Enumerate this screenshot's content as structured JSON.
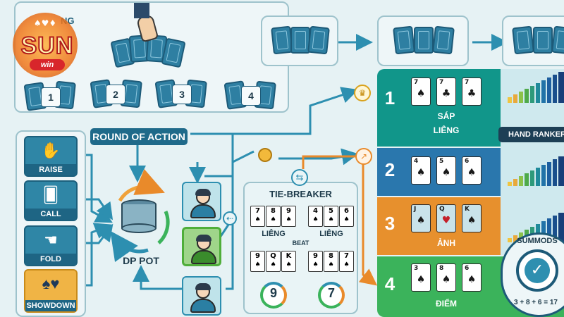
{
  "logo": {
    "text": "SUN",
    "sub": "win",
    "fragment": "NG"
  },
  "deal": {
    "player_numbers": [
      "1",
      "2",
      "3",
      "4"
    ]
  },
  "round_of_action": {
    "label": "ROUND OF ACTION"
  },
  "actions": [
    {
      "label": "RAISE",
      "icon": "raise-icon"
    },
    {
      "label": "CALL",
      "icon": "call-icon"
    },
    {
      "label": "FOLD",
      "icon": "fold-icon"
    },
    {
      "label": "SHOWDOWN",
      "icon": "showdown-icon"
    }
  ],
  "pot": {
    "label": "DP POT"
  },
  "tiebreaker": {
    "title": "TIE-BREAKER",
    "left_hand": {
      "cards": [
        [
          "7",
          "♠"
        ],
        [
          "8",
          "♠"
        ],
        [
          "9",
          "♠"
        ]
      ],
      "label": "LIÊNG"
    },
    "right_hand": {
      "cards": [
        [
          "4",
          "♠"
        ],
        [
          "5",
          "♠"
        ],
        [
          "6",
          "♠"
        ]
      ],
      "label": "LIÊNG"
    },
    "beat": "BEAT",
    "bottom_left": {
      "cards": [
        [
          "9",
          "♠"
        ],
        [
          "Q",
          "♠"
        ],
        [
          "K",
          "♠"
        ]
      ],
      "score": "9"
    },
    "bottom_right": {
      "cards": [
        [
          "9",
          "♠"
        ],
        [
          "8",
          "♠"
        ],
        [
          "7",
          "♠"
        ]
      ],
      "score": "7"
    }
  },
  "ranks": [
    {
      "n": "1",
      "label": "SÁP",
      "label2": "LIÊNG",
      "cards": [
        [
          "7",
          "♠"
        ],
        [
          "7",
          "♣"
        ],
        [
          "7",
          "♣"
        ]
      ],
      "color": "#11968a"
    },
    {
      "n": "2",
      "label": "",
      "cards": [
        [
          "4",
          "♠"
        ],
        [
          "5",
          "♠"
        ],
        [
          "6",
          "♠"
        ]
      ],
      "color": "#2a77ad"
    },
    {
      "n": "3",
      "label": "ẢNH",
      "cards": [
        [
          "J",
          "♠"
        ],
        [
          "Q",
          "♥"
        ],
        [
          "K",
          "♠"
        ]
      ],
      "color": "#e7902d"
    },
    {
      "n": "4",
      "label": "ĐIỂM",
      "cards": [
        [
          "3",
          "♠"
        ],
        [
          "8",
          "♠"
        ],
        [
          "6",
          "♠"
        ]
      ],
      "color": "#3bb35b"
    }
  ],
  "hand_ranker": {
    "label": "HAND RANKER"
  },
  "summods": {
    "title": "SUMMODS",
    "formula": "3 + 8 + 6 = 17"
  },
  "colors": {
    "arrow": "#2d8fb0",
    "orange": "#e98a2a"
  }
}
